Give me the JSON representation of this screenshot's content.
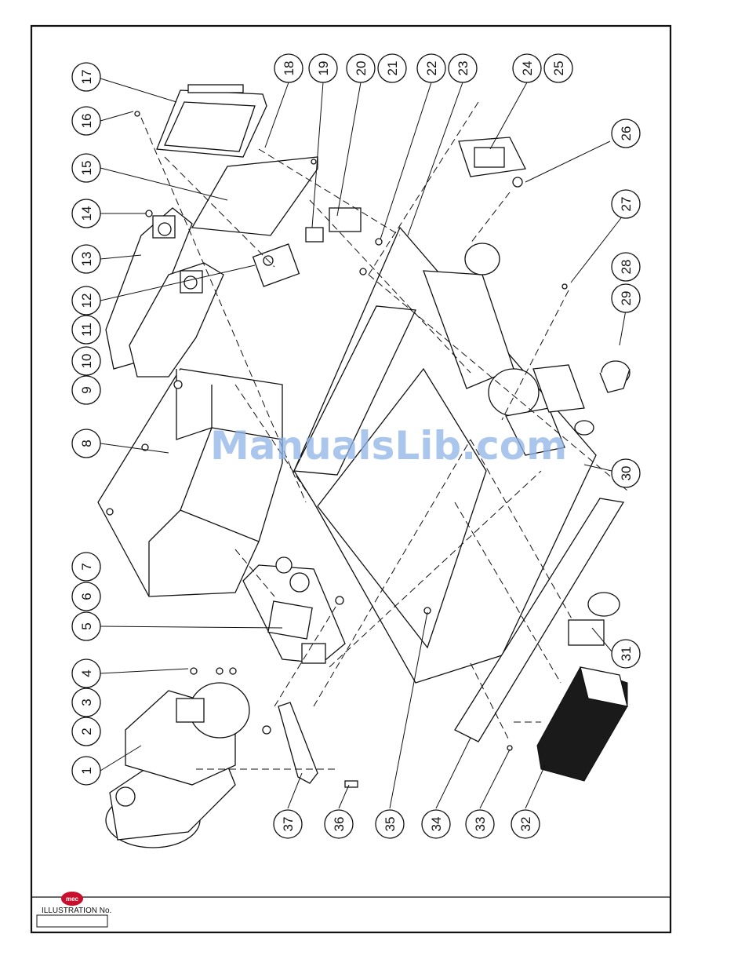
{
  "callouts": [
    {
      "n": "1"
    },
    {
      "n": "2"
    },
    {
      "n": "3"
    },
    {
      "n": "4"
    },
    {
      "n": "5"
    },
    {
      "n": "6"
    },
    {
      "n": "7"
    },
    {
      "n": "8"
    },
    {
      "n": "9"
    },
    {
      "n": "10"
    },
    {
      "n": "11"
    },
    {
      "n": "12"
    },
    {
      "n": "13"
    },
    {
      "n": "14"
    },
    {
      "n": "15"
    },
    {
      "n": "16"
    },
    {
      "n": "17"
    },
    {
      "n": "18"
    },
    {
      "n": "19"
    },
    {
      "n": "20"
    },
    {
      "n": "21"
    },
    {
      "n": "22"
    },
    {
      "n": "23"
    },
    {
      "n": "24"
    },
    {
      "n": "25"
    },
    {
      "n": "26"
    },
    {
      "n": "27"
    },
    {
      "n": "28"
    },
    {
      "n": "29"
    },
    {
      "n": "30"
    },
    {
      "n": "31"
    },
    {
      "n": "32"
    },
    {
      "n": "33"
    },
    {
      "n": "34"
    },
    {
      "n": "35"
    },
    {
      "n": "36"
    },
    {
      "n": "37"
    }
  ],
  "title_block": {
    "logo_text": "mec",
    "illustration_label": "ILLUSTRATION No.",
    "illustration_number": ""
  },
  "watermark": "ManualsLib.com",
  "colors": {
    "line": "#111111",
    "logo": "#c8102e",
    "watermark": "#8fb3e6"
  }
}
